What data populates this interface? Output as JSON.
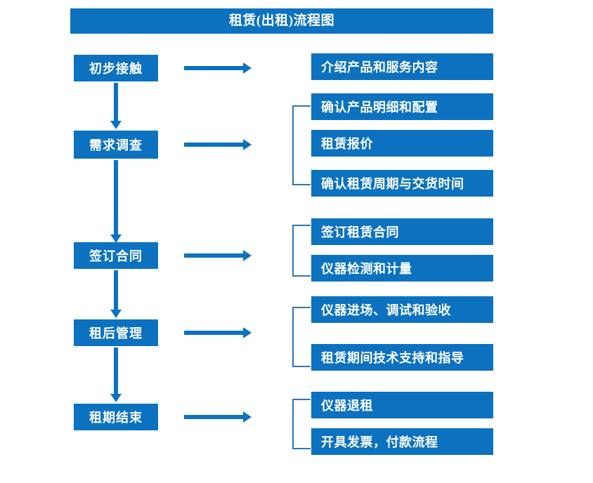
{
  "title": "租赁(出租)流程图",
  "colors": {
    "box_blue": "#0C72BF",
    "bracket_blue": "#2E75B6",
    "text_white": "#FFFFFF",
    "background": "#FFFFFF"
  },
  "stages": [
    {
      "label": "初步接触",
      "details": [
        "介绍产品和服务内容"
      ],
      "bracketed": false
    },
    {
      "label": "需求调查",
      "details": [
        "确认产品明细和配置",
        "租赁报价",
        "确认租赁周期与交货时间"
      ],
      "bracketed": true
    },
    {
      "label": "签订合同",
      "details": [
        "签订租赁合同",
        "仪器检测和计量"
      ],
      "bracketed": true
    },
    {
      "label": "租后管理",
      "details": [
        "仪器进场、调试和验收",
        "租赁期间技术支持和指导"
      ],
      "bracketed": true
    },
    {
      "label": "租期结束",
      "details": [
        "仪器退租",
        "开具发票，付款流程"
      ],
      "bracketed": true
    }
  ],
  "details_flat": [
    "介绍产品和服务内容",
    "确认产品明细和配置",
    "租赁报价",
    "确认租赁周期与交货时间",
    "签订租赁合同",
    "仪器检测和计量",
    "仪器进场、调试和验收",
    "租赁期间技术支持和指导",
    "仪器退租",
    "开具发票，付款流程"
  ]
}
